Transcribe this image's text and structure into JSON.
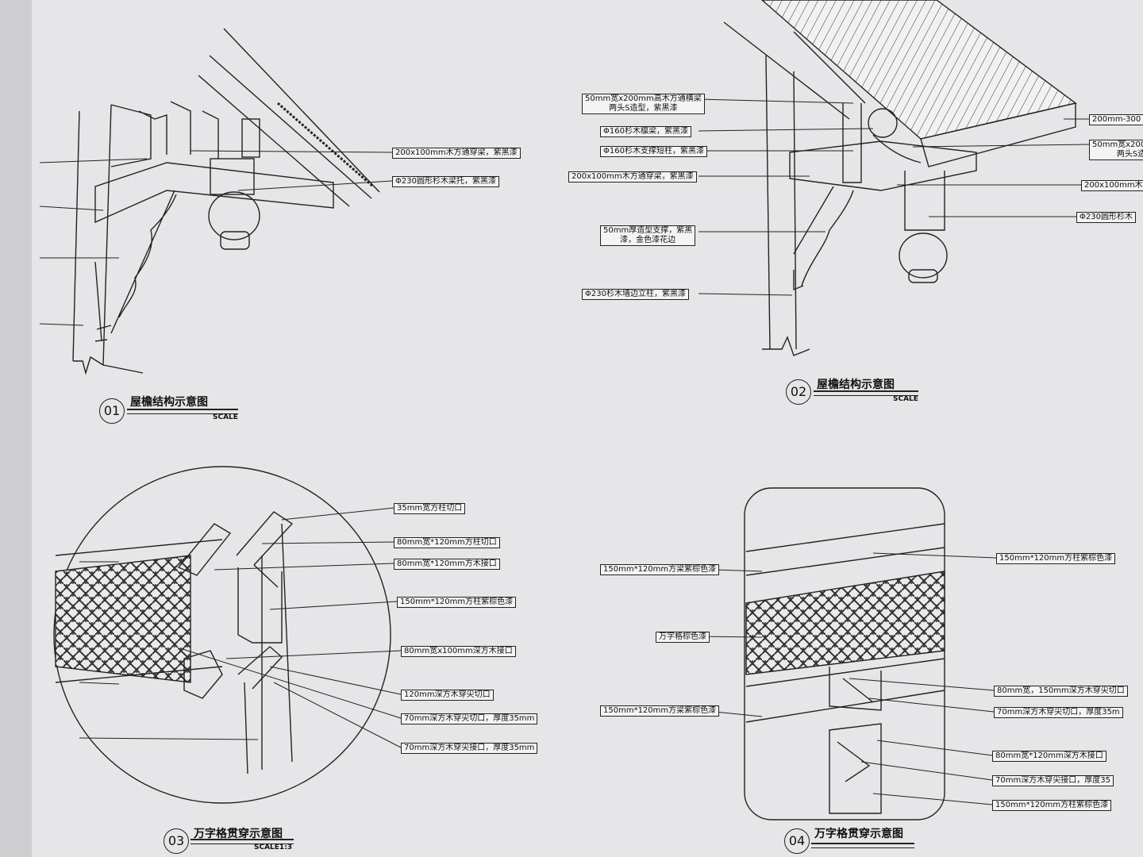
{
  "details": [
    {
      "number": "01",
      "title": "屋檐结构示意图",
      "scale": "SCALE",
      "labels": [
        "200x100mm木方通穿梁，紫黑漆",
        "Φ230圆形杉木梁托，紫黑漆"
      ]
    },
    {
      "number": "02",
      "title": "屋檐结构示意图",
      "scale": "SCALE",
      "labels": [
        "50mm宽x200mm高木方通横梁\n两头S造型，紫黑漆",
        "Φ160杉木檩梁，紫黑漆",
        "Φ160杉木支撑短柱，紫黑漆",
        "200x100mm木方通穿梁，紫黑漆",
        "50mm厚造型支撑，紫黑\n漆，金色漆花边",
        "Φ230杉木墙边立柱，紫黑漆",
        "200mm-300",
        "50mm宽x200\n两头S造",
        "200x100mm木",
        "Φ230圆形杉木"
      ]
    },
    {
      "number": "03",
      "title": "万字格贯穿示意图",
      "scale": "SCALE1:3",
      "labels": [
        "35mm宽方柱切口",
        "80mm宽*120mm方柱切口",
        "80mm宽*120mm方木接口",
        "150mm*120mm方柱紫棕色漆",
        "80mm宽x100mm深方木接口",
        "120mm深方木穿尖切口",
        "70mm深方木穿尖切口，厚度35mm",
        "70mm深方木穿尖接口，厚度35mm"
      ]
    },
    {
      "number": "04",
      "title": "万字格贯穿示意图",
      "scale": "",
      "labels": [
        "150mm*120mm方梁紫棕色漆",
        "万字格棕色漆",
        "150mm*120mm方梁紫棕色漆",
        "150mm*120mm方柱紫棕色漆",
        "80mm宽，150mm深方木穿尖切口",
        "70mm深方木穿尖切口，厚度35m",
        "80mm宽*120mm深方木接口",
        "70mm深方木穿尖接口，厚度35",
        "150mm*120mm方柱紫棕色漆"
      ]
    }
  ]
}
